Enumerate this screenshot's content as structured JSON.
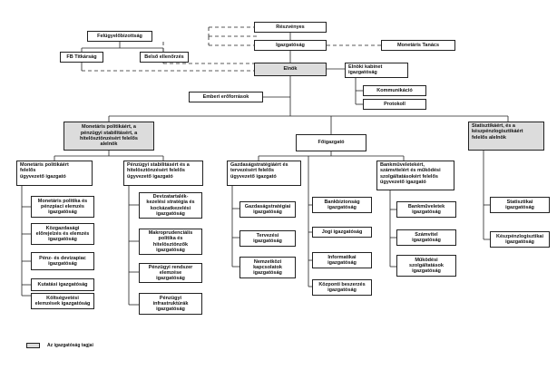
{
  "top": {
    "reszvenyes": "Részvényes",
    "igazgatosag": "Igazgatóság",
    "monetaris_tanacs": "Monetáris Tanács",
    "felugyelobizottsag": "Felügyelőbizottság",
    "fb_titkarsag": "FB Titkárság",
    "belso_ellenorzes": "Belső ellenőrzés",
    "elnok": "Elnök",
    "elnoki_kabinet": "Elnöki kabinet\nigazgatóság",
    "kommunikacio": "Kommunikáció",
    "protokoll": "Protokoll",
    "emberi_eroforrasok": "Emberi erőforrások"
  },
  "deputies": {
    "monetaris": "Monetáris politikáért, a\npénzügyi stabilitásért, a\nhitelösztönzésért felelős\nalelnök",
    "fogazgato": "Főigazgató",
    "statisztikai": "Statisztikáért, és a\nkészpénzlogisztikáért\nfelelős alelnök"
  },
  "exec_directors": {
    "monetaris_politikaert": "Monetáris politikáért\nfelelős\nügyvezető igazgató",
    "penzugyi_stabilitasert": "Pénzügyi stabilitásért és a\nhitelösztönzésért felelős\nügyvezető igazgató",
    "gazdasagstrategiaert": "Gazdaságstratégiáért és\ntervezésért felelős\nügyvezető igazgató",
    "bankmuveletekert": "Bankműveletekért,\nszámvitelért és működési\nszolgáltatásokért felelős\nügyvezető igazgató"
  },
  "directorates": {
    "col1": [
      "Monetáris politika és\npénzpiaci elemzés\nigazgatóság",
      "Közgazdasági\nelőrejelzés és elemzés\nigazgatóság",
      "Pénz- és devizapiac\nigazgatóság",
      "Kutatási igazgatóság",
      "Költségvetési\nelemzések igazgatóság"
    ],
    "col2": [
      "Devizatartalék-\nkezelési stratégia és\nkockázatkezelési\nigazgatóság",
      "Makroprudenciális\npolitika és\nhitelösztönzők\nigazgatóság",
      "Pénzügyi rendszer\nelemzése\nigazgatóság",
      "Pénzügyi\ninfrastruktúrák\nigazgatóság"
    ],
    "col3": [
      "Gazdaságstratégiai\nigazgatóság",
      "Tervezési\nigazgatóság",
      "Nemzetközi\nkapcsolatok\nigazgatóság"
    ],
    "col4": [
      "Bankbiztonság\nigazgatóság",
      "Jogi igazgatóság",
      "Informatikai\nigazgatóság",
      "Központi beszerzés\nigazgatóság"
    ],
    "col5": [
      "Bankműveletek\nigazgatóság",
      "Számvitel\nigazgatóság",
      "Működési\nszolgáltatások\nigazgatóság"
    ],
    "col6": [
      "Statisztikai\nigazgatóság",
      "Készpénzlogisztikai\nigazgatóság"
    ]
  },
  "legend": {
    "label": "Az igazgatóság tagjai"
  },
  "colors": {
    "board_member_fill": "#dcdcdc",
    "line": "#222222"
  }
}
